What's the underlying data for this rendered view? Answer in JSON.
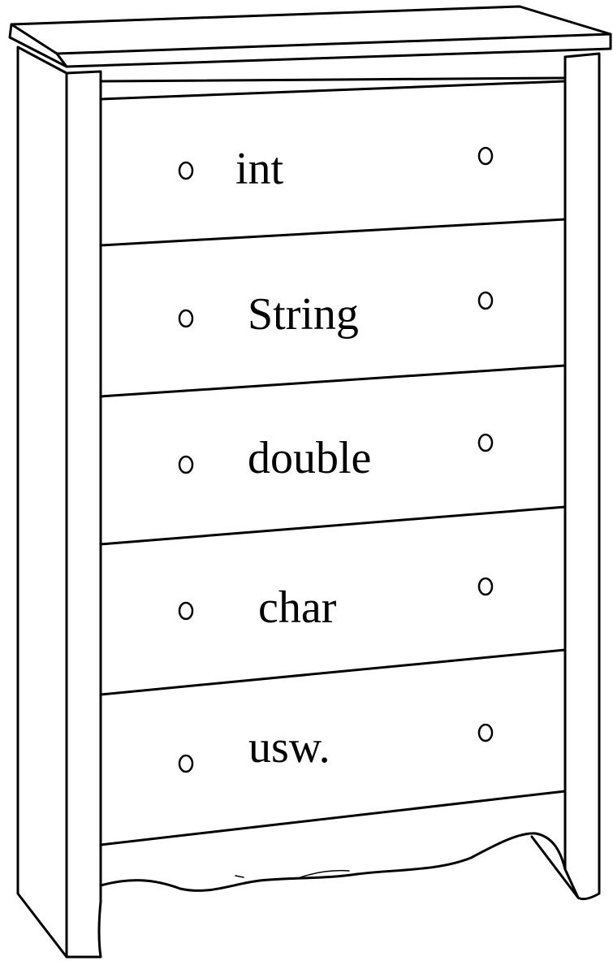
{
  "diagram": {
    "drawers": [
      {
        "label": "int"
      },
      {
        "label": "String"
      },
      {
        "label": "double"
      },
      {
        "label": "char"
      },
      {
        "label": "usw."
      }
    ]
  }
}
